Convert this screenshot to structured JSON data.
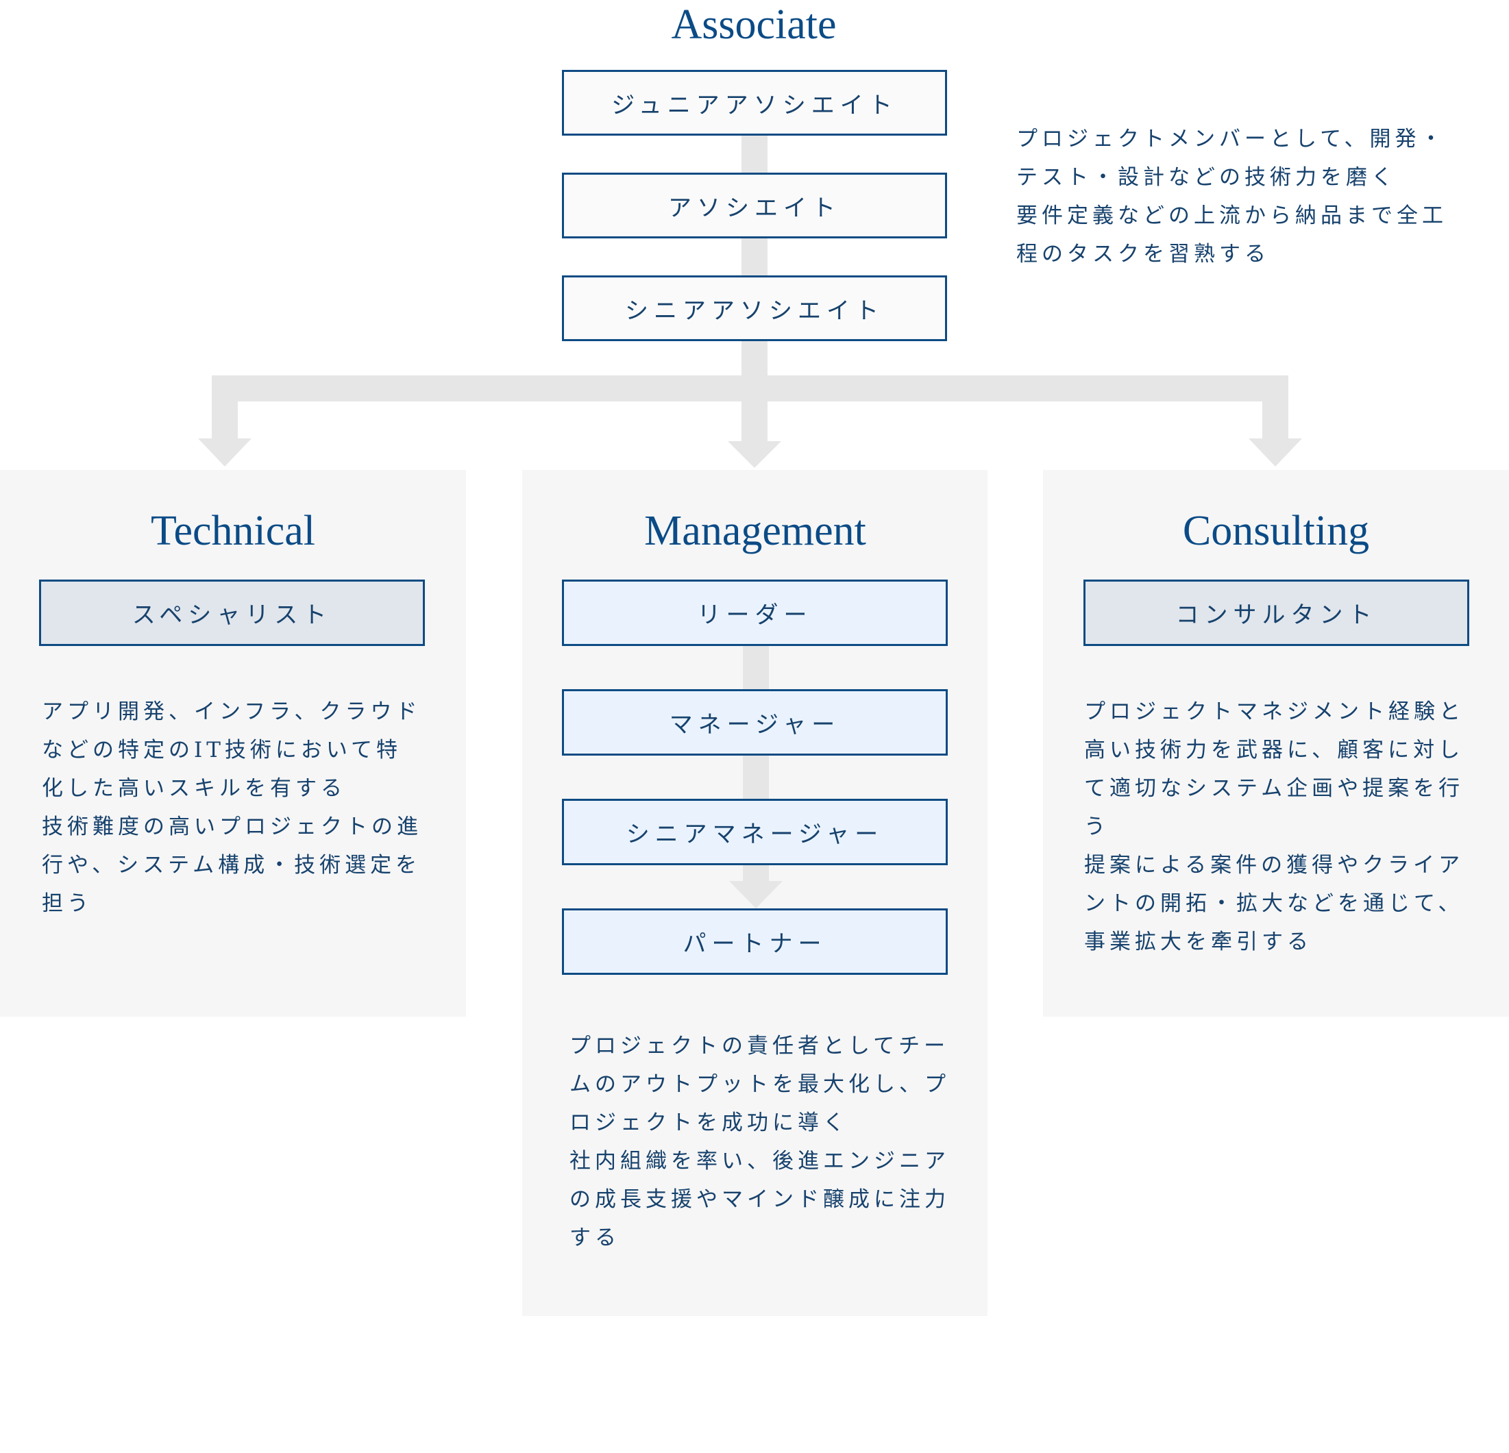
{
  "associate": {
    "title": "Associate",
    "levels": [
      "ジュニアアソシエイト",
      "アソシエイト",
      "シニアアソシエイト"
    ],
    "description": [
      "プロジェクトメンバーとして、開発・",
      "テスト・設計などの技術力を磨く",
      "要件定義などの上流から納品まで全工",
      "程のタスクを習熟する"
    ]
  },
  "technical": {
    "title": "Technical",
    "levels": [
      "スペシャリスト"
    ],
    "description": [
      "アプリ開発、インフラ、クラウド",
      "などの特定のIT技術において特",
      "化した高いスキルを有する",
      "技術難度の高いプロジェクトの進",
      "行や、システム構成・技術選定を",
      "担う"
    ]
  },
  "management": {
    "title": "Management",
    "levels": [
      "リーダー",
      "マネージャー",
      "シニアマネージャー",
      "パートナー"
    ],
    "description": [
      "プロジェクトの責任者としてチー",
      "ムのアウトプットを最大化し、プ",
      "ロジェクトを成功に導く",
      "社内組織を率い、後進エンジニア",
      "の成長支援やマインド醸成に注力",
      "する"
    ]
  },
  "consulting": {
    "title": "Consulting",
    "levels": [
      "コンサルタント"
    ],
    "description": [
      "プロジェクトマネジメント経験と",
      "高い技術力を武器に、顧客に対し",
      "て適切なシステム企画や提案を行",
      "う",
      "提案による案件の獲得やクライア",
      "ントの開拓・拡大などを通じて、",
      "事業拡大を牽引する"
    ]
  },
  "colors": {
    "text": "#0b4b86",
    "border": "#0e4b83",
    "connector": "#e6e6e6",
    "panel": "#f6f6f6",
    "box_grey": "#e1e6ec",
    "box_light": "#eaf3fd"
  }
}
